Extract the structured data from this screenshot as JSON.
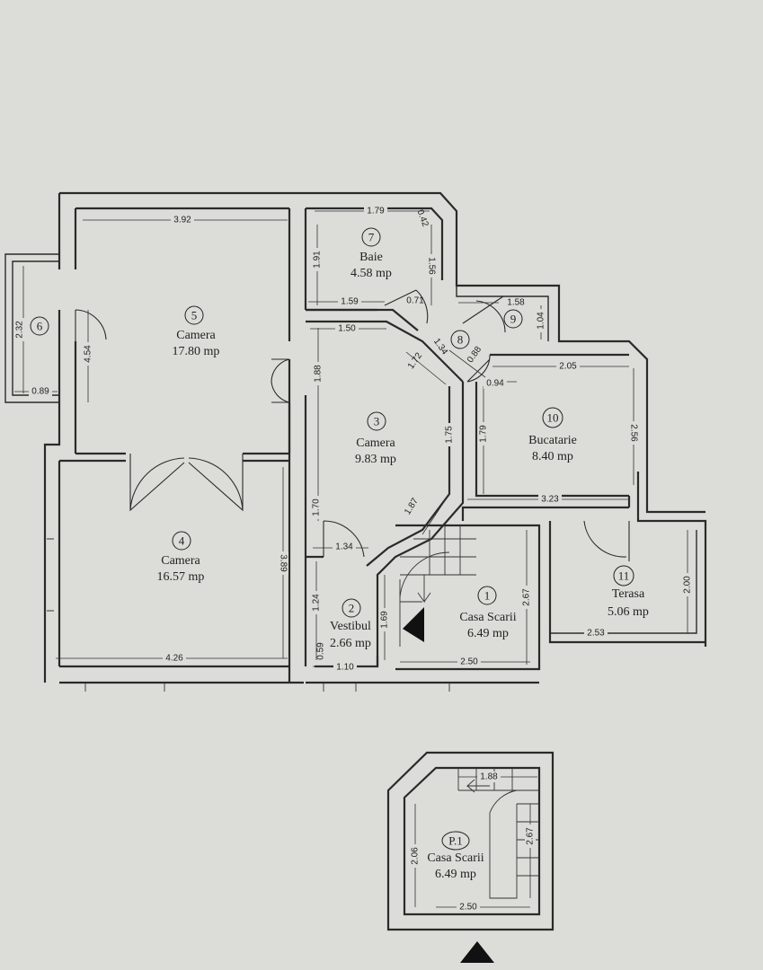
{
  "rooms": [
    {
      "id": "r1",
      "num": "1",
      "name": "Casa Scarii",
      "area": "6.49 mp"
    },
    {
      "id": "r2",
      "num": "2",
      "name": "Vestibul",
      "area": "2.66 mp"
    },
    {
      "id": "r3",
      "num": "3",
      "name": "Camera",
      "area": "9.83 mp"
    },
    {
      "id": "r4",
      "num": "4",
      "name": "Camera",
      "area": "16.57 mp"
    },
    {
      "id": "r5",
      "num": "5",
      "name": "Camera",
      "area": "17.80 mp"
    },
    {
      "id": "r6",
      "num": "6",
      "name": "",
      "area": ""
    },
    {
      "id": "r7",
      "num": "7",
      "name": "Baie",
      "area": "4.58 mp"
    },
    {
      "id": "r8",
      "num": "8",
      "name": "",
      "area": ""
    },
    {
      "id": "r9",
      "num": "9",
      "name": "",
      "area": ""
    },
    {
      "id": "r10",
      "num": "10",
      "name": "Bucatarie",
      "area": "8.40 mp"
    },
    {
      "id": "r11",
      "num": "11",
      "name": "Terasa",
      "area": "5.06 mp"
    },
    {
      "id": "rp1",
      "num": "P.1",
      "name": "Casa Scarii",
      "area": "6.49 mp"
    }
  ],
  "dimensions": {
    "d392": "3.92",
    "d179": "1.79",
    "d042": "0.42",
    "d191": "1.91",
    "d156": "1.56",
    "d159": "1.59",
    "d071": "0.71",
    "d158": "1.58",
    "d104": "1.04",
    "d232": "2.32",
    "d089": "0.89",
    "d454": "4.54",
    "d150": "1.50",
    "d188": "1.88",
    "d172": "1.72",
    "d134a": "1.34",
    "d088": "0.88",
    "d094": "0.94",
    "d205": "2.05",
    "d175": "1.75",
    "d179b": "1.79",
    "d256": "2.56",
    "d187": "1.87",
    "d323": "3.23",
    "d170": "1.70",
    "d134b": "1.34",
    "d389": "3.89",
    "d124": "1.24",
    "d169": "1.69",
    "d267": "2.67",
    "d200": "2.00",
    "d059": "0.59",
    "d110": "1.10",
    "d250": "2.50",
    "d253": "2.53",
    "d426": "4.26",
    "d188b": "1.88",
    "d206": "2.06",
    "d267b": "2.67",
    "d250b": "2.50"
  }
}
